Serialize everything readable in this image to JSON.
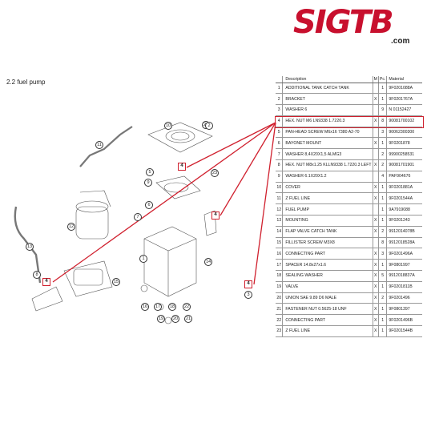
{
  "logo": {
    "brand": "SIGTB",
    "domain": ".com"
  },
  "section": {
    "title": "2.2  fuel pump"
  },
  "table": {
    "headers": {
      "no": "",
      "description": "Description",
      "m": "M",
      "pc": "Pc.",
      "material": "Material"
    },
    "rows": [
      {
        "no": "1",
        "description": "ADDITIONAL TANK CATCH TANK",
        "m": "",
        "pc": "1",
        "material": "9F0201088A"
      },
      {
        "no": "2",
        "description": "BRACKET",
        "m": "X",
        "pc": "1",
        "material": "9F0201767A"
      },
      {
        "no": "3",
        "description": "WASHER 6",
        "m": "",
        "pc": "9",
        "material": "N 01152427"
      },
      {
        "no": "4",
        "description": "HEX. NUT M6 LN9338 1.7220.3",
        "m": "X",
        "pc": "8",
        "material": "90081700102"
      },
      {
        "no": "5",
        "description": "PAN-HEAD SCREW M6x16 7380 A2-70",
        "m": "",
        "pc": "3",
        "material": "90062300300"
      },
      {
        "no": "6",
        "description": "BAYONET MOUNT",
        "m": "X",
        "pc": "1",
        "material": "9F0201878"
      },
      {
        "no": "7",
        "description": "WASHER 8,4X20X1,5 ALMG3",
        "m": "",
        "pc": "2",
        "material": "99900258531"
      },
      {
        "no": "8",
        "description": "HEX. NUT M8x1.25 KLLN9338 1.7220.3 LEFT",
        "m": "X",
        "pc": "2",
        "material": "90081701901"
      },
      {
        "no": "9",
        "description": "WASHER 6.1X20X1.2",
        "m": "",
        "pc": "4",
        "material": "PAF904676"
      },
      {
        "no": "10",
        "description": "COVER",
        "m": "X",
        "pc": "1",
        "material": "9F0201881A"
      },
      {
        "no": "11",
        "description": "Z FUEL LINE",
        "m": "X",
        "pc": "1",
        "material": "9F0201544A"
      },
      {
        "no": "12",
        "description": "FUEL PUMP",
        "m": "",
        "pc": "1",
        "material": "9A7919088"
      },
      {
        "no": "13",
        "description": "MOUNTING",
        "m": "X",
        "pc": "1",
        "material": "9F0201243"
      },
      {
        "no": "14",
        "description": "FLAP VALVE CATCH TANK",
        "m": "X",
        "pc": "2",
        "material": "9912014078B"
      },
      {
        "no": "15",
        "description": "FILLISTER SCREW M3X8",
        "m": "",
        "pc": "8",
        "material": "9912018528A"
      },
      {
        "no": "16",
        "description": "CONNECTING PART",
        "m": "X",
        "pc": "3",
        "material": "9F0201496A"
      },
      {
        "no": "17",
        "description": "SPACER 14.8x27x1.6",
        "m": "X",
        "pc": "1",
        "material": "9F0801997"
      },
      {
        "no": "18",
        "description": "SEALING WASHER",
        "m": "X",
        "pc": "5",
        "material": "9912018837A"
      },
      {
        "no": "19",
        "description": "VALVE",
        "m": "X",
        "pc": "1",
        "material": "9F0201811B"
      },
      {
        "no": "20",
        "description": "UNION SAE 9.89 D6 MALE",
        "m": "X",
        "pc": "2",
        "material": "9F0201496"
      },
      {
        "no": "21",
        "description": "FASTENER NUT 0.5625-18 UNF",
        "m": "X",
        "pc": "1",
        "material": "9F0801397"
      },
      {
        "no": "22",
        "description": "CONNECTING PART",
        "m": "X",
        "pc": "1",
        "material": "9F0201496B"
      },
      {
        "no": "23",
        "description": "Z FUEL LINE",
        "m": "X",
        "pc": "1",
        "material": "9F0201544B"
      }
    ]
  },
  "diagram": {
    "highlight_marker": "4",
    "callouts": [
      "11",
      "23",
      "12",
      "1",
      "24",
      "6",
      "7",
      "13",
      "14",
      "15",
      "16",
      "17",
      "18",
      "19",
      "20",
      "21",
      "22",
      "2",
      "3",
      "5",
      "8",
      "9",
      "10"
    ],
    "accent_color": "#d0202e"
  }
}
